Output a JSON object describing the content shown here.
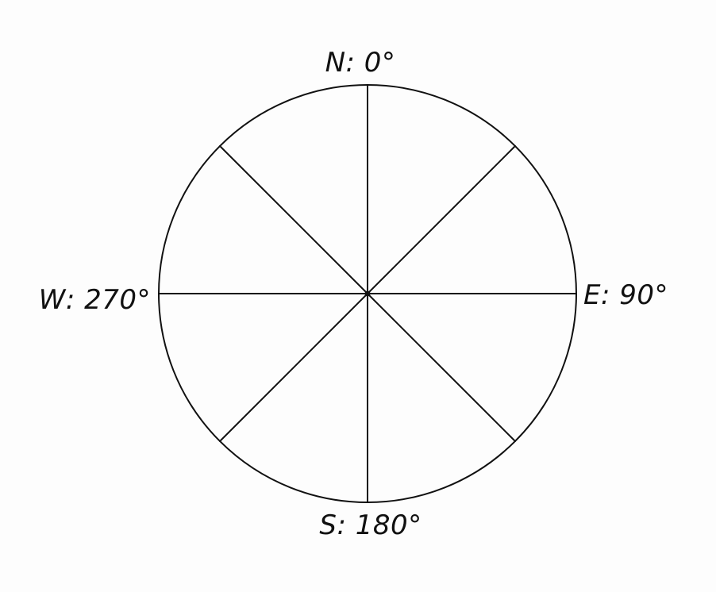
{
  "diagram": {
    "directions": [
      {
        "id": "north",
        "label": "N: 0°",
        "bearing_deg": 0
      },
      {
        "id": "east",
        "label": "E: 90°",
        "bearing_deg": 90
      },
      {
        "id": "south",
        "label": "S: 180°",
        "bearing_deg": 180
      },
      {
        "id": "west",
        "label": "W: 270°",
        "bearing_deg": 270
      }
    ],
    "divisions": 8,
    "ink_color": "#111111",
    "background_color": "#ffffff"
  }
}
